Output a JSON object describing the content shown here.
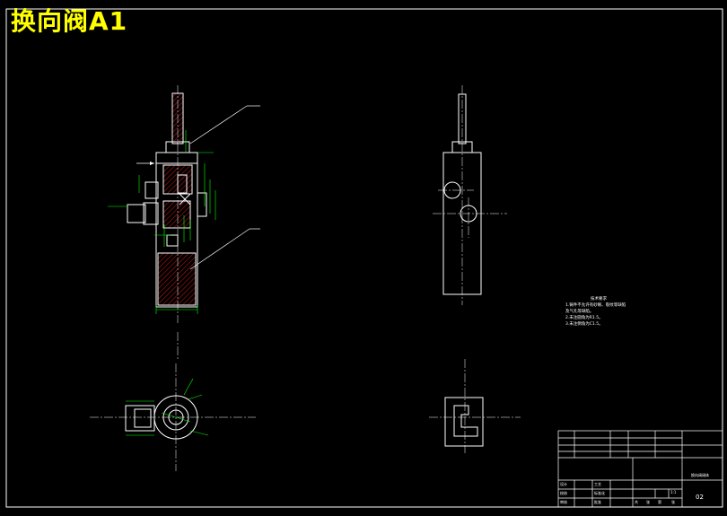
{
  "title": "换向阀A1",
  "tech_requirements": {
    "heading": "技术要求",
    "items": [
      "1.铸件不允许有砂眼、裂纹等缺陷",
      "及气孔等缺陷。",
      "2.未注圆角为R1.5。",
      "3.未注倒角为C1.5。"
    ]
  },
  "title_block": {
    "drawing_no": "02",
    "part_name": "换向阀阀体",
    "scale": "1:1",
    "labels": [
      "设计",
      "校核",
      "审核",
      "工艺",
      "标准化",
      "批准",
      "共",
      "张",
      "第",
      "张"
    ]
  },
  "colors": {
    "background": "#000000",
    "outline": "#ffffff",
    "dimension": "#00ff00",
    "hatch": "#ff0000",
    "title": "#ffff00"
  }
}
